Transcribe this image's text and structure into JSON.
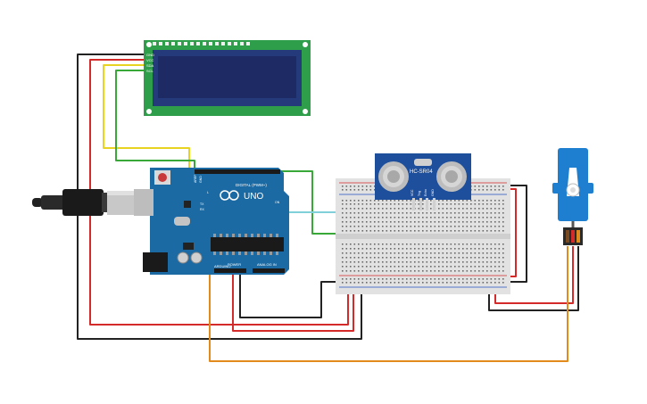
{
  "lcd": {
    "pin_labels": [
      "GND",
      "VCC",
      "SDA",
      "SCL"
    ]
  },
  "arduino": {
    "brand": "ARDUINO",
    "model": "UNO",
    "digital_label": "DIGITAL (PWM~)",
    "power_label": "POWER",
    "analog_label": "ANALOG IN",
    "aref_label": "AREF",
    "gnd_label": "GND",
    "tx_label": "TX",
    "rx_label": "RX",
    "on_label": "ON",
    "l_label": "L"
  },
  "sensor": {
    "model": "HC-SR04",
    "pin_labels": [
      "VCC",
      "Trig",
      "Echo",
      "GND"
    ]
  },
  "colors": {
    "wire_black": "#222222",
    "wire_red": "#d42a2a",
    "wire_yellow": "#e8d320",
    "wire_green": "#38a838",
    "wire_orange": "#e38a1c",
    "wire_cyan": "#7fd0d8",
    "lcd_board": "#2f9e4a",
    "lcd_screen": "#1e2a63",
    "arduino_board": "#1b6aa3",
    "sensor_board": "#1d4f9c",
    "servo_body": "#1e7fd0",
    "breadboard": "#e2e2e2"
  }
}
